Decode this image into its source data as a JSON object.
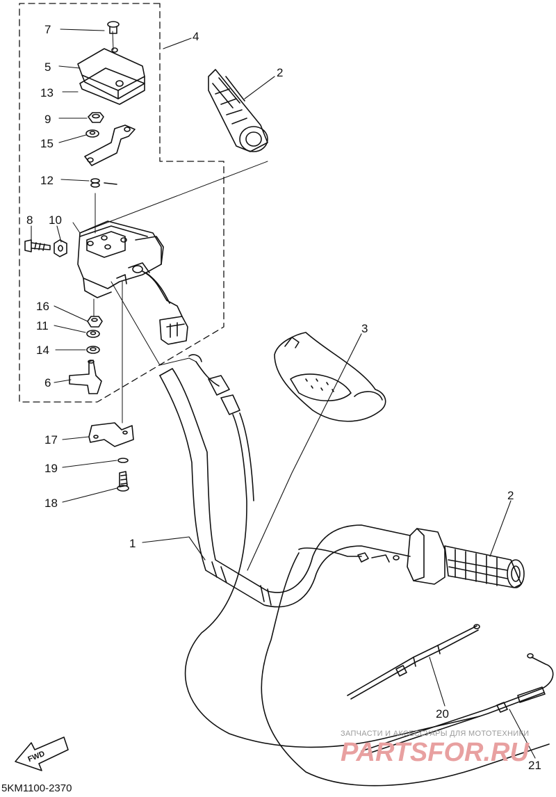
{
  "diagram": {
    "code": "5KM1100-2370",
    "fwd_label": "FWD",
    "callouts": [
      "7",
      "5",
      "13",
      "9",
      "15",
      "12",
      "8",
      "10",
      "16",
      "11",
      "14",
      "6",
      "17",
      "19",
      "18",
      "1",
      "2",
      "2",
      "3",
      "4",
      "20",
      "21"
    ]
  },
  "watermark": {
    "tagline": "ЗАПЧАСТИ И АКСЕССУАРЫ ДЛЯ МОТОТЕХНИКИ",
    "logo": "PARTSFOR.RU",
    "logo_color": "#e8a0a0"
  },
  "colors": {
    "line": "#111111",
    "paper": "#ffffff"
  }
}
